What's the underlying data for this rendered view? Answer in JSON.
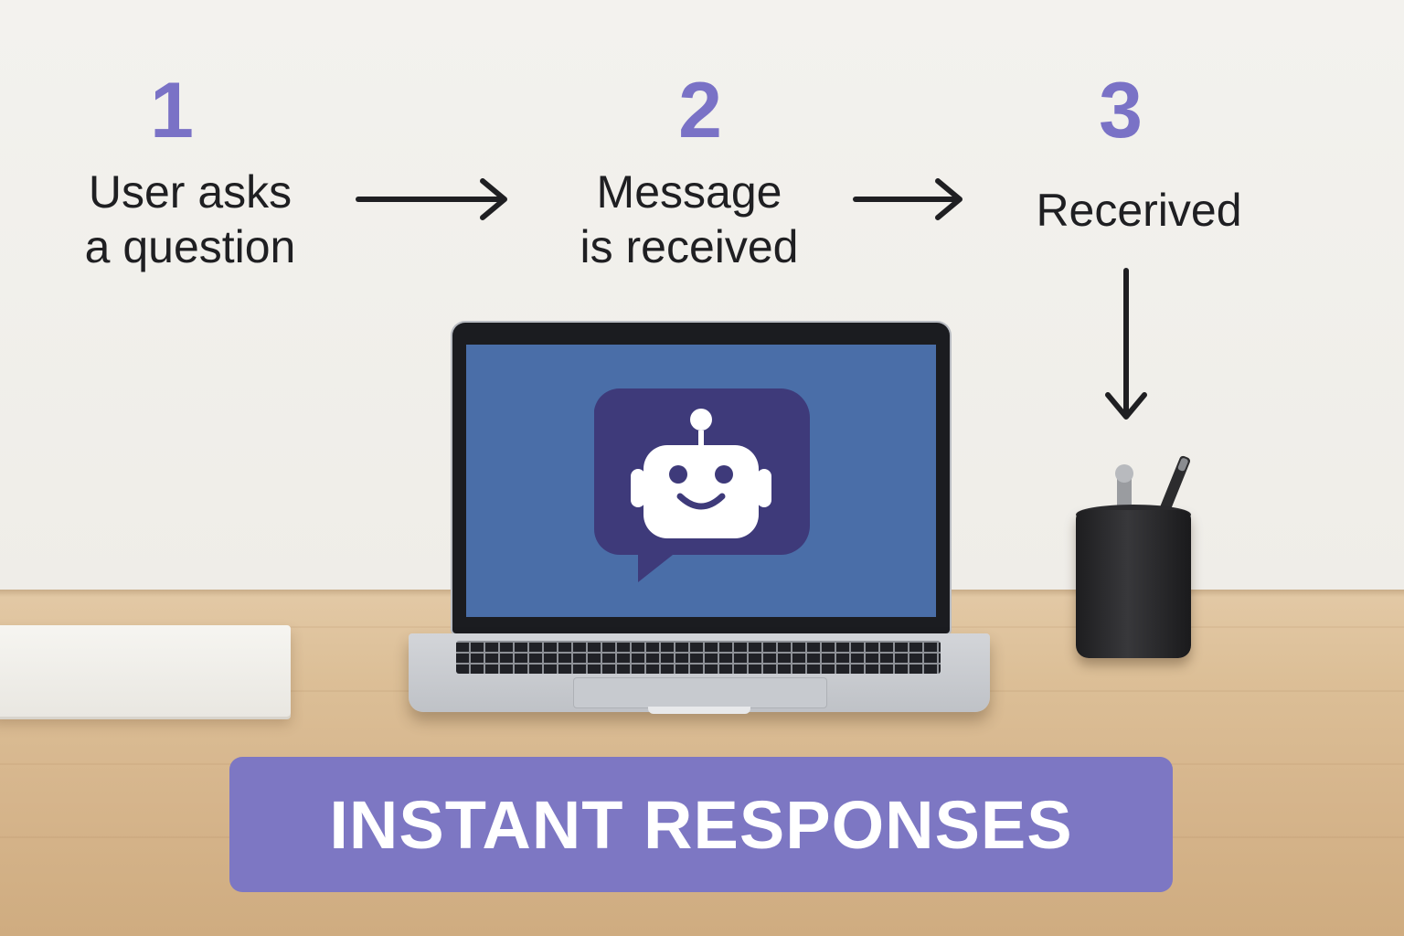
{
  "steps": [
    {
      "number": "1",
      "label_lines": [
        "User asks",
        "a question"
      ]
    },
    {
      "number": "2",
      "label_lines": [
        "Message",
        "is received"
      ]
    },
    {
      "number": "3",
      "label_lines": [
        "Recerived"
      ]
    }
  ],
  "banner": {
    "text": "INSTANT RESPONSES"
  },
  "colors": {
    "accent": "#7a72c6",
    "banner": "#7d77c3",
    "screen": "#4a6ea8",
    "chat_bubble": "#3e3a7a",
    "text": "#1f1f22"
  },
  "icons": [
    "arrow-right-icon",
    "arrow-down-icon",
    "robot-chat-icon"
  ]
}
